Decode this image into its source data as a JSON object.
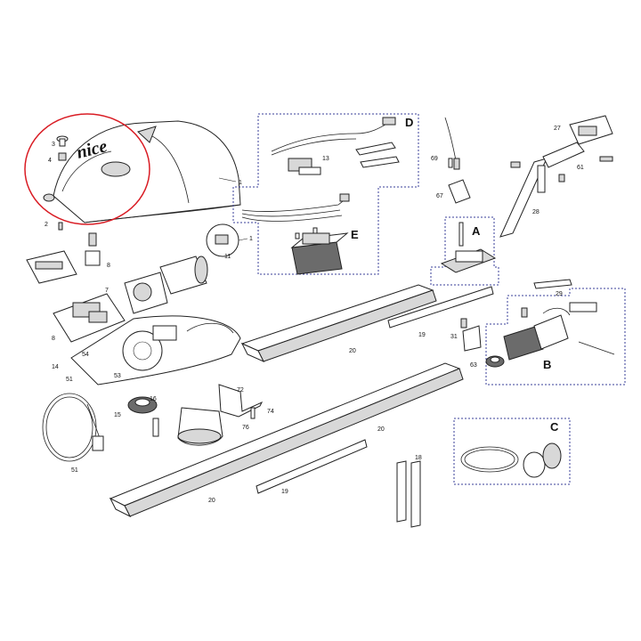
{
  "callouts": {
    "c1": "1",
    "c1b": "1",
    "c2": "2",
    "c3": "3",
    "c4": "4",
    "c7": "7",
    "c8": "8",
    "c8b": "8",
    "c11": "11",
    "c13": "13",
    "c14": "14",
    "c15": "15",
    "c16": "16",
    "c18": "18",
    "c19a": "19",
    "c19b": "19",
    "c20a": "20",
    "c20b": "20",
    "c20c": "20",
    "c27": "27",
    "c28": "28",
    "c29": "29",
    "c31": "31",
    "c51a": "51",
    "c51b": "51",
    "c53": "53",
    "c54": "54",
    "c61": "61",
    "c63": "63",
    "c67": "67",
    "c69": "69",
    "c72": "72",
    "c74": "74",
    "c76": "76"
  },
  "groups": {
    "A": "A",
    "B": "B",
    "C": "C",
    "D": "D",
    "E": "E"
  },
  "logo": "nice",
  "colors": {
    "highlight": "#d91c24",
    "group_border": "#3a3f9a",
    "ink": "#222222"
  }
}
